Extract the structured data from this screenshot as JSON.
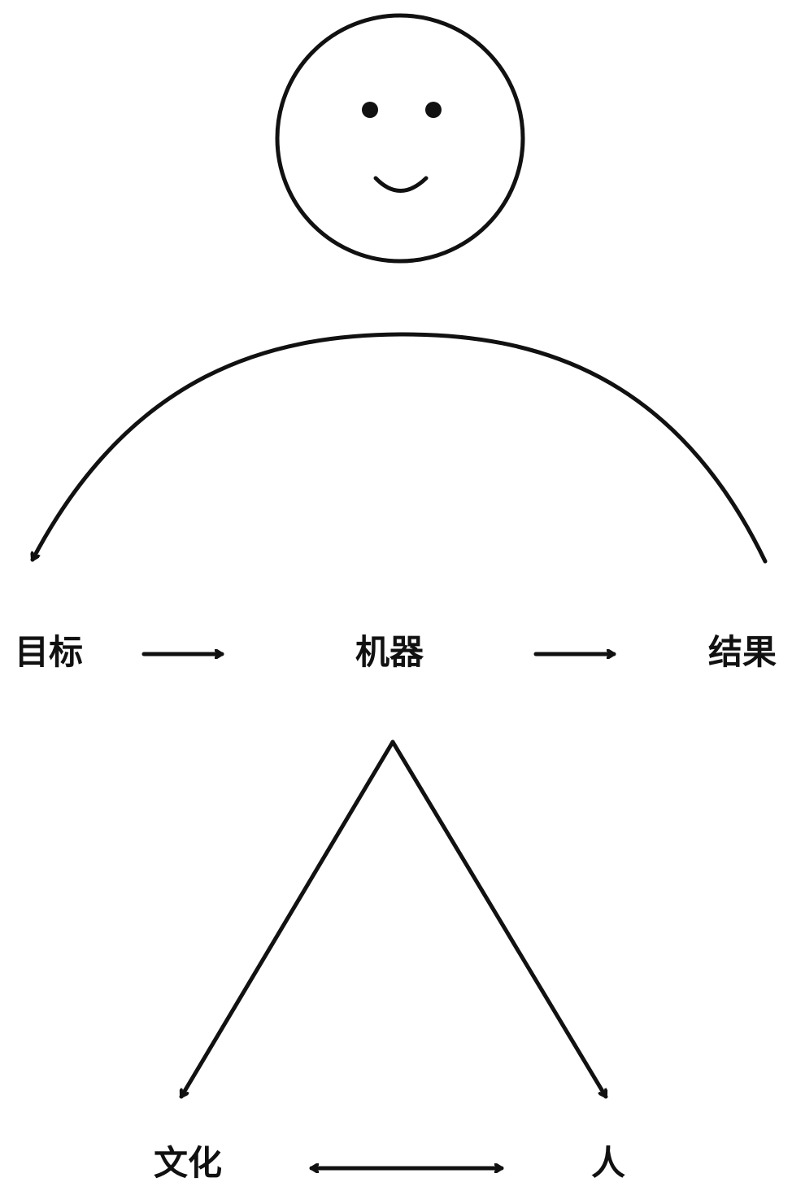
{
  "nodes": {
    "goal": "目标",
    "machine": "机器",
    "result": "结果",
    "culture": "文化",
    "person": "人"
  },
  "icons": {
    "face": "smiley-face-icon"
  },
  "colors": {
    "background": "#ffffff",
    "stroke": "#111111"
  }
}
